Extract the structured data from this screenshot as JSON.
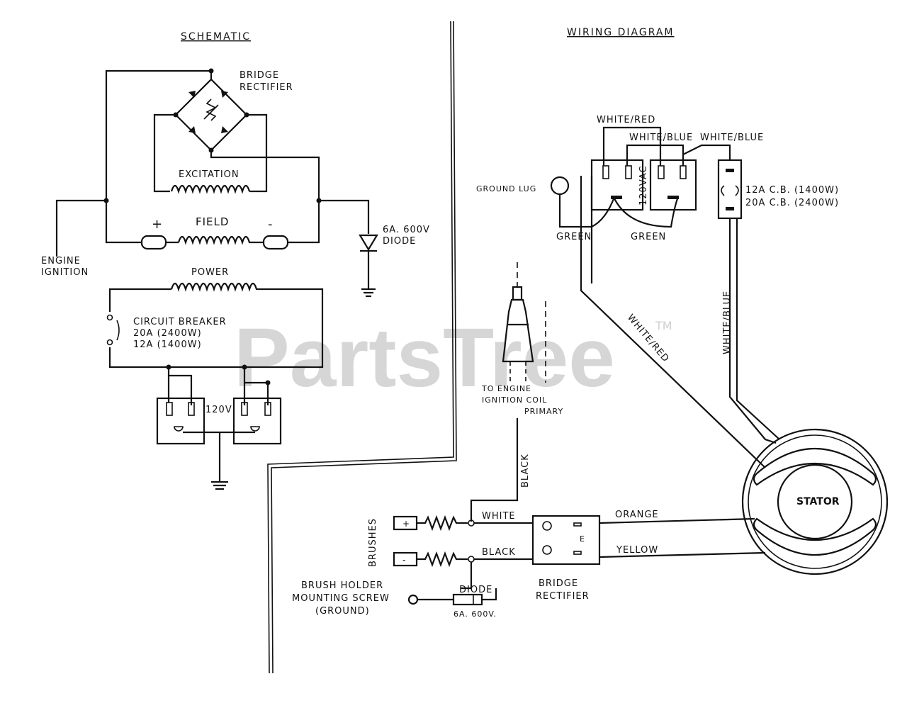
{
  "watermark": {
    "text": "PartsTree",
    "tm": "TM"
  },
  "schematic": {
    "title": "SCHEMATIC",
    "bridge_rectifier": [
      "BRIDGE",
      "RECTIFIER"
    ],
    "excitation": "EXCITATION",
    "field": "FIELD",
    "field_plus": "+",
    "field_minus": "-",
    "engine_ignition": [
      "ENGINE",
      "IGNITION"
    ],
    "diode": [
      "6A. 600V",
      "DIODE"
    ],
    "power": "POWER",
    "circuit_breaker": [
      "CIRCUIT BREAKER",
      "20A (2400W)",
      "12A (1400W)"
    ],
    "receptacle_voltage": "120V"
  },
  "wiring": {
    "title": "WIRING DIAGRAM",
    "white_red_top": "WHITE/RED",
    "white_blue_1": "WHITE/BLUE",
    "white_blue_2": "WHITE/BLUE",
    "ground_lug": "GROUND LUG",
    "vac": "120VAC",
    "breaker": [
      "12A C.B. (1400W)",
      "20A C.B. (2400W)"
    ],
    "green_1": "GREEN",
    "green_2": "GREEN",
    "white_red_diag": "WHITE/RED",
    "white_blue_vert": "WHITE/BLUE",
    "to_engine": [
      "TO ENGINE",
      "IGNITION COIL",
      "PRIMARY"
    ],
    "black_vert": "BLACK",
    "brushes": "BRUSHES",
    "white": "WHITE",
    "black": "BLACK",
    "orange": "ORANGE",
    "yellow": "YELLOW",
    "stator": "STATOR",
    "brush_holder": [
      "BRUSH HOLDER",
      "MOUNTING SCREW",
      "(GROUND)"
    ],
    "diode": "DIODE",
    "diode_rating": "6A. 600V.",
    "bridge_rectifier": [
      "BRIDGE",
      "RECTIFIER"
    ],
    "plus": "+",
    "minus": "-"
  }
}
